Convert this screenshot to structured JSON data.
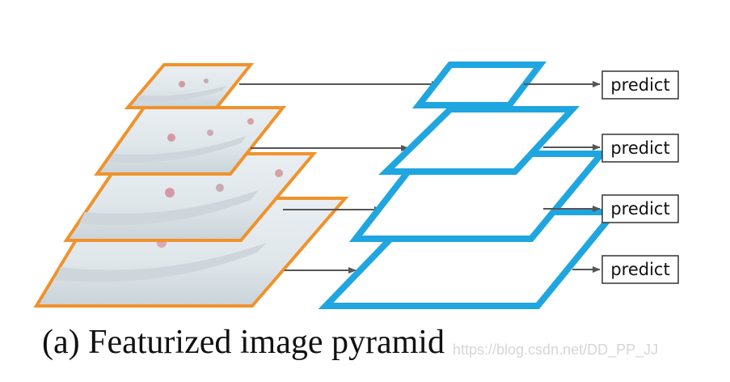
{
  "caption": "(a) Featurized image pyramid",
  "watermark": "https://blog.csdn.net/DD_PP_JJ",
  "predict_labels": [
    "predict",
    "predict",
    "predict",
    "predict"
  ],
  "colors": {
    "image_border": "#f0922b",
    "feature_map": "#1fa6e0",
    "arrow": "#555555",
    "box_border": "#333333"
  }
}
